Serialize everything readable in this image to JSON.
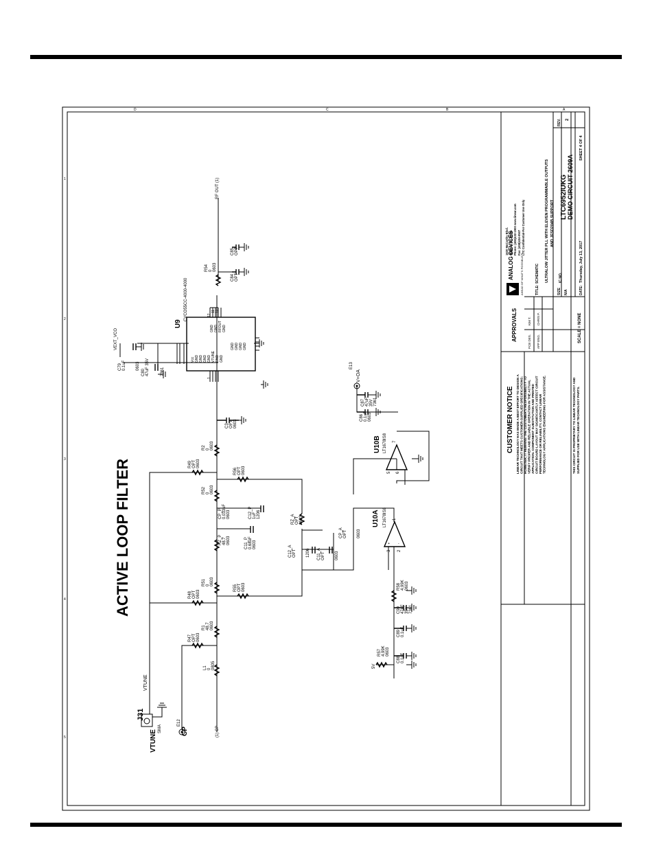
{
  "page": {
    "title": "ACTIVE LOOP FILTER",
    "border_marks": {
      "top": [
        "D",
        "C",
        "B",
        "A"
      ],
      "side": [
        "1",
        "2",
        "3",
        "4",
        "5"
      ]
    }
  },
  "connector": {
    "ref": "J31",
    "type": "SMA",
    "label": "VTUNE",
    "net": "VTUNE"
  },
  "test_points": {
    "e12": {
      "ref": "E12",
      "label": "CP"
    },
    "e13": {
      "ref": "E13",
      "label": "V+OA"
    }
  },
  "ports": {
    "cp": "(1)  CP",
    "rf_out": "RF OUT  (1)",
    "vext": "VEXT_VCO",
    "supply": "5V"
  },
  "components": {
    "l1": {
      "ref": "L1",
      "value": "0",
      "pkg": "0805"
    },
    "r47": {
      "ref": "R47",
      "value": "OPT",
      "pkg": "0603"
    },
    "r1": {
      "ref": "R1",
      "value": "48.7",
      "pkg": "0603"
    },
    "r48": {
      "ref": "R48",
      "value": "OPT",
      "pkg": "0603"
    },
    "r51": {
      "ref": "R51",
      "value": "0",
      "pkg": "0603"
    },
    "r55": {
      "ref": "R55",
      "value": "OPT",
      "pkg": "0603"
    },
    "r52": {
      "ref": "R52",
      "value": "0",
      "pkg": "0603"
    },
    "r49": {
      "ref": "R49",
      "value": "OPT",
      "pkg": "0603"
    },
    "r56": {
      "ref": "R56",
      "value": "OPT",
      "pkg": "0603"
    },
    "r2": {
      "ref": "R2",
      "value": "0",
      "pkg": "0603"
    },
    "c3": {
      "ref": "C3",
      "value": "OPT",
      "pkg": "0603"
    },
    "rz_p": {
      "ref": "RZ_P",
      "value": "48.7",
      "pkg": "0603"
    },
    "c11_p": {
      "ref": "C11_P",
      "value": "0.68uF",
      "pkg": "0603"
    },
    "cp_p": {
      "ref": "CP_P",
      "value": "0.033uF",
      "pkg": "0603"
    },
    "c12_p": {
      "ref": "C12_P",
      "value": "1uF",
      "pkg": "1206"
    },
    "rz_a": {
      "ref": "RZ_A",
      "value": "OPT",
      "pkg": "0603"
    },
    "c12_a": {
      "ref": "C12_A",
      "value": "OPT",
      "pkg": "1206"
    },
    "c11_a": {
      "ref": "C11_A",
      "value": "OPT",
      "pkg": "0603"
    },
    "cp_a": {
      "ref": "CP_A",
      "value": "OPT",
      "pkg": "0603"
    },
    "r57": {
      "ref": "R57",
      "value": "4.99K",
      "pkg": "0603"
    },
    "c88": {
      "ref": "C88",
      "value": "0.1uF",
      "pkg": "0603"
    },
    "c89": {
      "ref": "C89",
      "value": "0.1uF",
      "pkg": "0603"
    },
    "c90": {
      "ref": "C90",
      "value": "47uF",
      "volt": "35V",
      "pkg": "7361"
    },
    "r58": {
      "ref": "R58",
      "value": "4.99K",
      "pkg": "0603"
    },
    "u10a": {
      "ref": "U10A",
      "part": "LT1678IS8",
      "pins": [
        "3",
        "2",
        "1"
      ]
    },
    "u10b": {
      "ref": "U10B",
      "part": "LT1678IS8",
      "pins": [
        "5",
        "6",
        "7"
      ]
    },
    "c86": {
      "ref": "C86",
      "value": "0.1uF",
      "pkg": "0603"
    },
    "c87": {
      "ref": "C87",
      "value": "47uF",
      "volt": "35V",
      "pkg": "7361"
    },
    "c79": {
      "ref": "C79",
      "value": "0.1uF",
      "pkg": "0603"
    },
    "c80": {
      "ref": "C80",
      "value": "47uF 35V",
      "pkg": "7361"
    },
    "u9": {
      "ref": "U9",
      "part": "CVCO55CC-4000-4000",
      "pins_left": [
        "Vcc",
        "GND",
        "GND",
        "GND",
        "GND",
        "VTUNE",
        "GND",
        "GND"
      ],
      "pins_right": [
        "GND",
        "GND",
        "RFOUT",
        "GND",
        "GND",
        "GND",
        "GND",
        "GND"
      ],
      "pin_numbers": [
        "1",
        "12",
        "11",
        "10"
      ]
    },
    "r54": {
      "ref": "R54",
      "value": "0",
      "pkg": "0603"
    },
    "c84": {
      "ref": "C84",
      "value": "OPT",
      "pkg": "0603"
    },
    "c85": {
      "ref": "C85",
      "value": "OPT",
      "pkg": "0603"
    }
  },
  "notice": {
    "heading": "CUSTOMER NOTICE",
    "body": [
      "LINEAR TECHNOLOGY HAS MADE A BEST EFFORT TO DESIGN A",
      "CIRCUIT THAT MEETS CUSTOMER-SUPPLIED SPECIFICATIONS;",
      "HOWEVER, IT REMAINS THE CUSTOMER'S RESPONSIBILITY TO",
      "VERIFY PROPER AND RELIABLE OPERATION IN THE ACTUAL",
      "APPLICATION. COMPONENT SUBSTITUTION AND PRINTED",
      "CIRCUIT BOARD LAYOUT MAY SIGNIFICANTLY AFFECT CIRCUIT",
      "PERFORMANCE OR RELIABILITY. CONTACT LINEAR",
      "TECHNOLOGY APPLICATIONS ENGINEERING FOR ASSISTANCE."
    ],
    "footer": [
      "THIS CIRCUIT IS PROPRIETARY TO LINEAR TECHNOLOGY AND",
      "SUPPLIED FOR USE WITH LINEAR TECHNOLOGY PARTS."
    ]
  },
  "approvals": {
    "heading": "APPROVALS",
    "pcb_des_label": "PCB DES.",
    "pcb_des_value": "KIM T.",
    "app_eng_label": "APP ENG.",
    "app_eng_value": "CHRIS P.",
    "scale": "SCALE = NONE"
  },
  "company": {
    "name": "ANALOG DEVICES",
    "tagline": "AHEAD OF WHAT'S POSSIBLE™",
    "address": [
      "1630 McCarthy Blvd.",
      "Milpitas, CA 95035",
      "Phone: (408)432-1900  www.linear.com",
      "Fax: (408)434-0507",
      "LTC Confidential-For Customer Use Only"
    ]
  },
  "title_block": {
    "title_label": "TITLE: SCHEMATIC",
    "title_line1": "ULTRALOW JITTER PLL WITH ELEVEN PROGRAMMABLE OUTPUTS",
    "title_line2": "AND JESD204B SUPPORT",
    "size_label": "SIZE",
    "size_value": "N/A",
    "ic_label": "IC NO.",
    "ic_value": "LTC6952IUKG",
    "board": "DEMO CIRCUIT 2609A",
    "rev_label": "REV.",
    "rev_value": "2",
    "date_label": "DATE:",
    "date_value": "Thursday, July 13, 2017",
    "sheet": "SHEET  4  OF  4"
  }
}
